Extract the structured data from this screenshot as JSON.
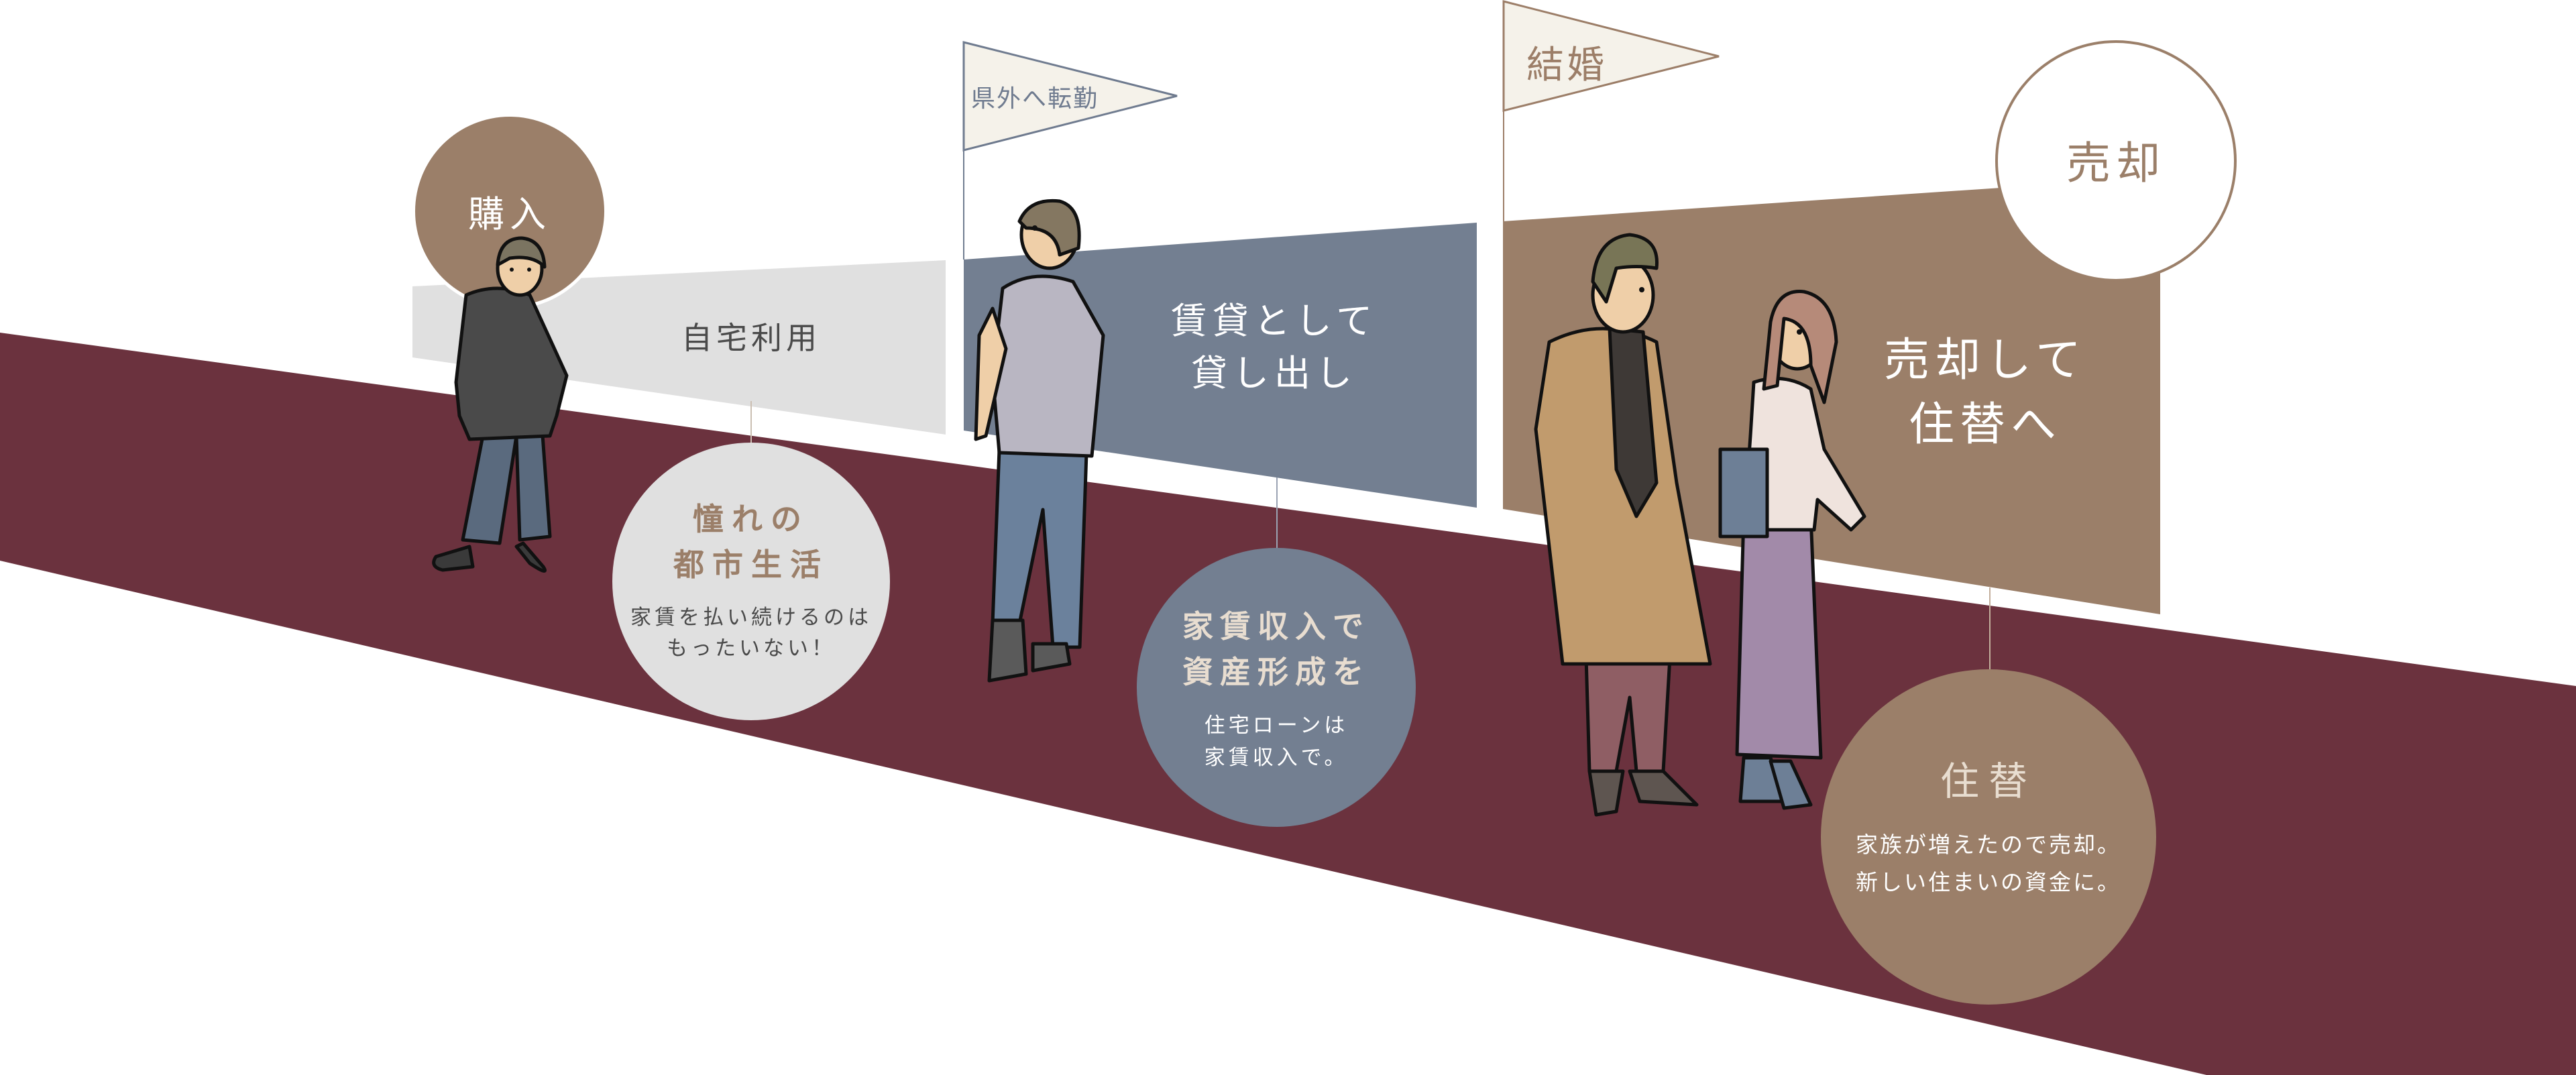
{
  "colors": {
    "road": "#6b323e",
    "panel_own_use": "#e0e0e0",
    "panel_rental": "#737f91",
    "panel_sale": "#9b7f69",
    "accent_brown": "#9b7f69",
    "flag_fill": "#f5f2ea",
    "flag_stroke_transfer": "#6f7b8f",
    "flag_stroke_marriage": "#9c7e68",
    "text_dark": "#4a4a4a",
    "text_cream": "#e8ddd0",
    "white": "#ffffff"
  },
  "stages": [
    {
      "badge": "購入",
      "panel_text": "自宅利用",
      "bubble": {
        "title": "憧れの\n都市生活",
        "body": "家賃を払い続けるのは\nもったいない！"
      }
    },
    {
      "flag": "県外へ転勤",
      "panel_text": "賃貸として\n貸し出し",
      "bubble": {
        "title": "家賃収入で\n資産形成を",
        "body": "住宅ローンは\n家賃収入で。"
      }
    },
    {
      "flag": "結婚",
      "badge": "売却",
      "panel_text": "売却して\n住替へ",
      "bubble": {
        "title": "住替",
        "body": "家族が増えたので売却。\n新しい住まいの資金に。"
      }
    }
  ]
}
